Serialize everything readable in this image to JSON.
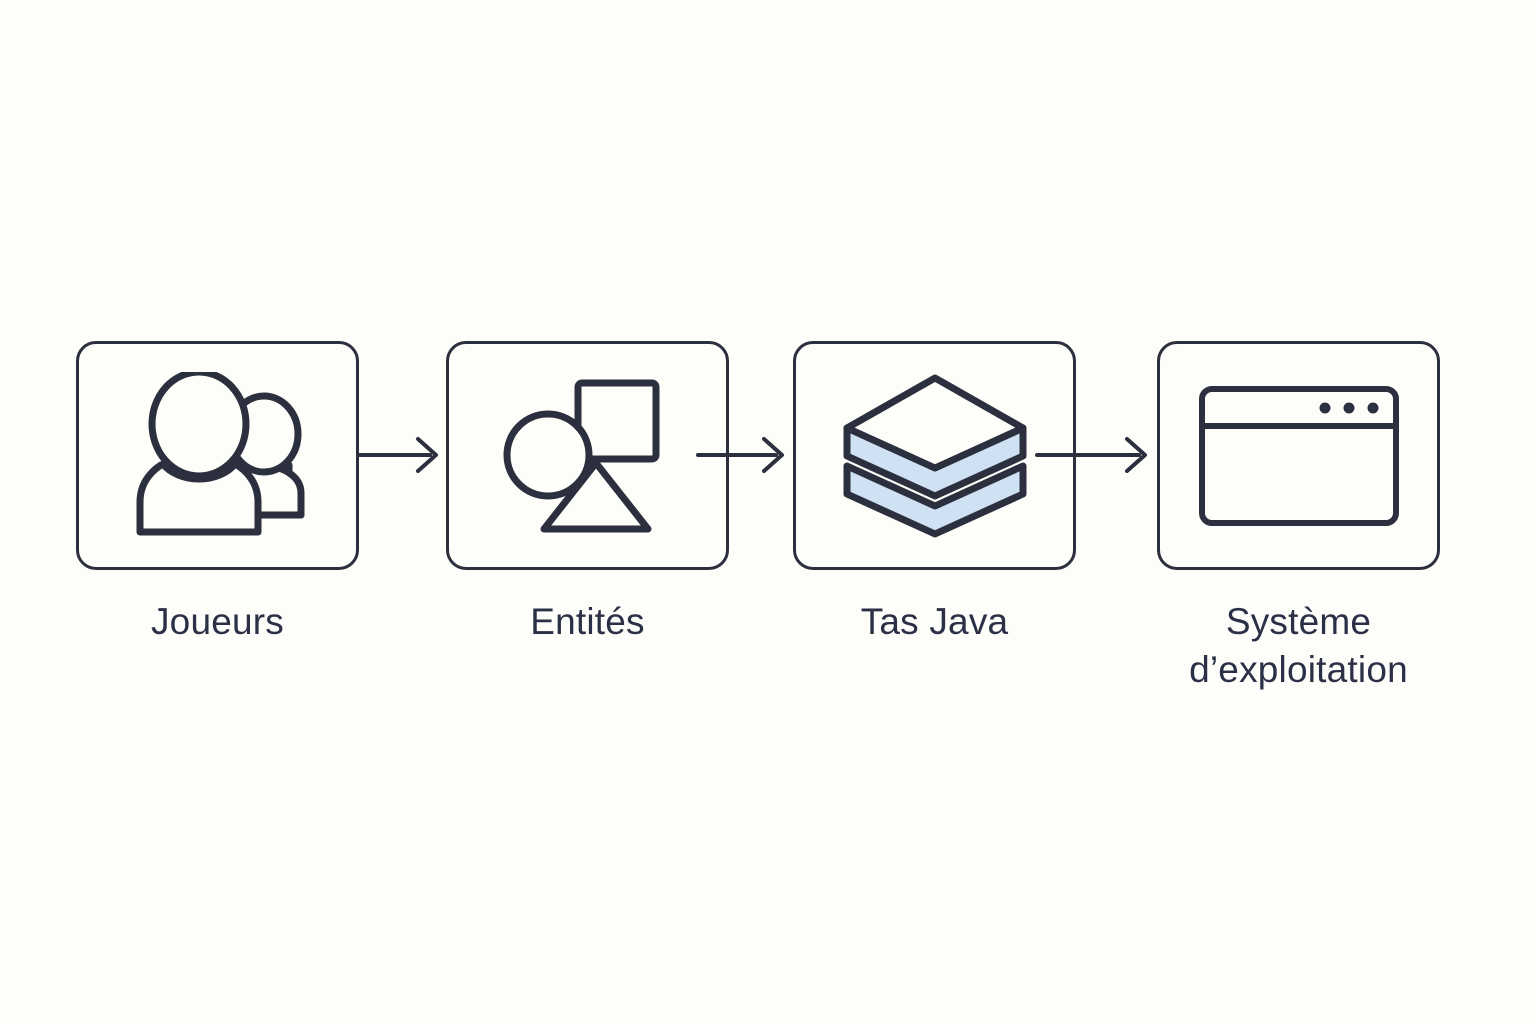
{
  "diagram": {
    "type": "horizontal-flow",
    "orientation": "left-to-right",
    "language": "fr",
    "background_color": "#fdfdfa",
    "stroke_color": "#2b2f3e",
    "text_color": "#2b3047",
    "accent_color": "#cfe2f3",
    "node_count": 4,
    "arrow_count": 3,
    "nodes": [
      {
        "id": "joueurs",
        "label": "Joueurs",
        "icon": "users-icon"
      },
      {
        "id": "entites",
        "label": "Entités",
        "icon": "shapes-icon"
      },
      {
        "id": "tas-java",
        "label": "Tas Java",
        "icon": "layers-stack-icon"
      },
      {
        "id": "systeme-exploitation",
        "label": "Système\nd’exploitation",
        "icon": "application-window-icon"
      }
    ],
    "arrows": [
      {
        "id": "arrow-0",
        "from": "joueurs",
        "to": "entites",
        "glyph": "arrow-right-icon"
      },
      {
        "id": "arrow-1",
        "from": "entites",
        "to": "tas-java",
        "glyph": "arrow-right-icon"
      },
      {
        "id": "arrow-2",
        "from": "tas-java",
        "to": "systeme-exploitation",
        "glyph": "arrow-right-icon"
      }
    ]
  }
}
